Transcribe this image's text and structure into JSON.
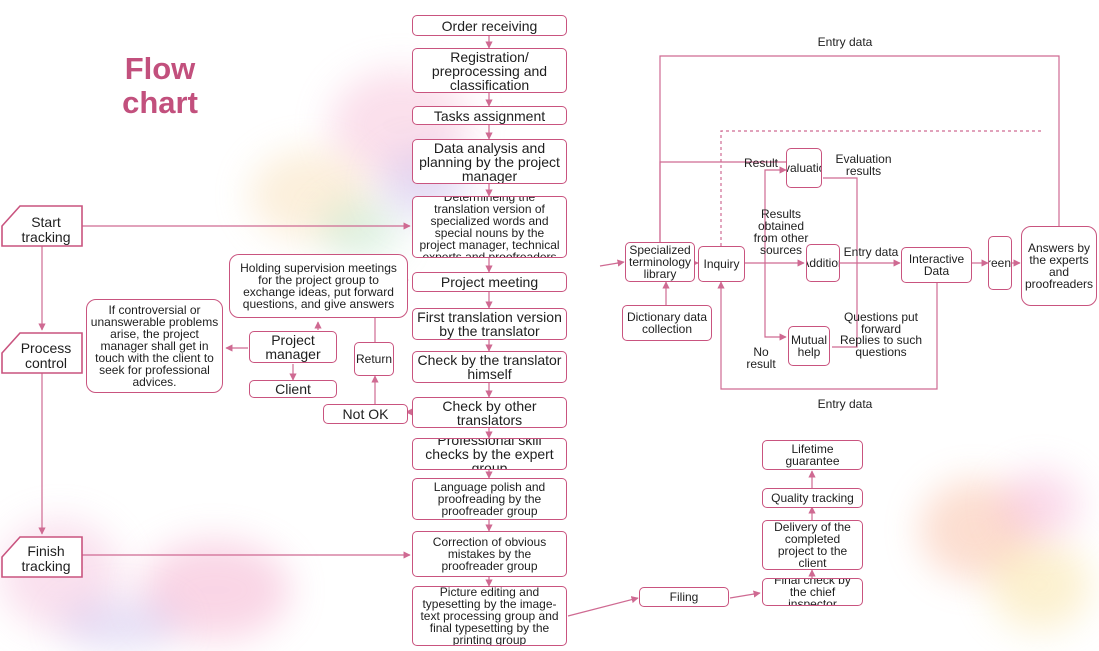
{
  "title": "Flow chart",
  "tracking": {
    "start": "Start tracking",
    "process": "Process control",
    "finish": "Finish tracking"
  },
  "main_steps": {
    "order": "Order receiving",
    "registration": "Registration/ preprocessing and classification",
    "tasks": "Tasks assignment",
    "analysis": "Data analysis and planning by the project manager",
    "determining": "Determineing the translation version of specialized words and special nouns by the project manager, technical experts and proofreaders",
    "meeting": "Project meeting",
    "first_version": "First translation version by the translator",
    "self_check": "Check by the translator himself",
    "other_check": "Check by other translators",
    "skill_check": "Professional skill checks by the expert group",
    "polish": "Language polish and proofreading by the proofreader group",
    "correction": "Correction of obvious mistakes by the proofreader group",
    "typesetting": "Picture editing and typesetting by the image-text processing group and final typesetting by the printing group"
  },
  "side": {
    "supervision": "Holding supervision meetings for the project group to exchange ideas, put forward questions, and give answers",
    "controversial": "If controversial or unanswerable problems arise, the project manager shall get in touch with the client to seek for professional advices.",
    "project_manager": "Project manager",
    "client": "Client",
    "return": "Return",
    "not_ok": "Not OK"
  },
  "terminology": {
    "entry_top": "Entry data",
    "entry_bottom": "Entry data",
    "library": "Specialized terminology library",
    "dictionary": "Dictionary data collection",
    "inquiry": "Inquiry",
    "result": "Result",
    "no_result": "No result",
    "evaluation": "Evaluation",
    "evaluation_results": "Evaluation results",
    "results_obtained": "Results obtained from other sources",
    "addition": "Addition",
    "entry_mid": "Entry data",
    "mutual_help": "Mutual help",
    "questions": "Questions put forward",
    "replies": "Replies to such questions",
    "interactive": "Interactive Data",
    "screening": "Screening",
    "answers": "Answers by the experts and proofreaders"
  },
  "delivery": {
    "filing": "Filing",
    "final_check": "Final check by the chief inspector",
    "delivery": "Delivery of the completed project to the client",
    "quality": "Quality tracking",
    "lifetime": "Lifetime guarantee"
  },
  "colors": {
    "box_border": "#c9547f",
    "title": "#c2507d",
    "arrow": "#cf6a92"
  }
}
